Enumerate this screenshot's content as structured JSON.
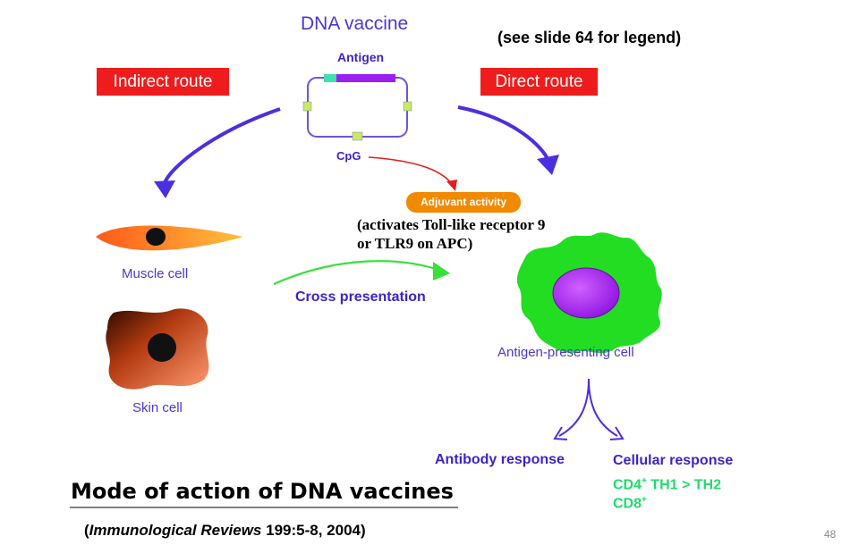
{
  "diagram": {
    "title": "DNA vaccine",
    "legend_note": "(see slide 64 for legend)",
    "antigen_label": "Antigen",
    "cpg_label": "CpG",
    "indirect_route": "Indirect route",
    "direct_route": "Direct route",
    "adjuvant_activity": "Adjuvant activity",
    "tlr_note_line1": "(activates Toll-like receptor 9",
    "tlr_note_line2": "or TLR9 on APC)",
    "muscle_cell": "Muscle cell",
    "skin_cell": "Skin cell",
    "cross_presentation": "Cross presentation",
    "apc_label": "Antigen-presenting cell",
    "antibody_response": "Antibody response",
    "cellular_response": "Cellular response",
    "cd4_prefix": "CD4",
    "cd4_sup": "+",
    "cd4_suffix": " TH1 > TH2",
    "cd8_prefix": "CD8",
    "cd8_sup": "+"
  },
  "caption": {
    "title": "Mode of action of DNA vaccines",
    "citation_open": "(",
    "citation_journal": "Immunological Reviews",
    "citation_rest": " 199:5-8, 2004)"
  },
  "slide_number": "48",
  "colors": {
    "badge_red": "#ee1c1c",
    "arrow_purple": "#4a2fe0",
    "arrow_red": "#e41c1c",
    "arrow_green": "#38e038",
    "apc_green": "#22dd22",
    "nucleus_purple": "#a020f0",
    "adjuvant_orange": "#f08a00",
    "response_green": "#1ddc6a"
  }
}
